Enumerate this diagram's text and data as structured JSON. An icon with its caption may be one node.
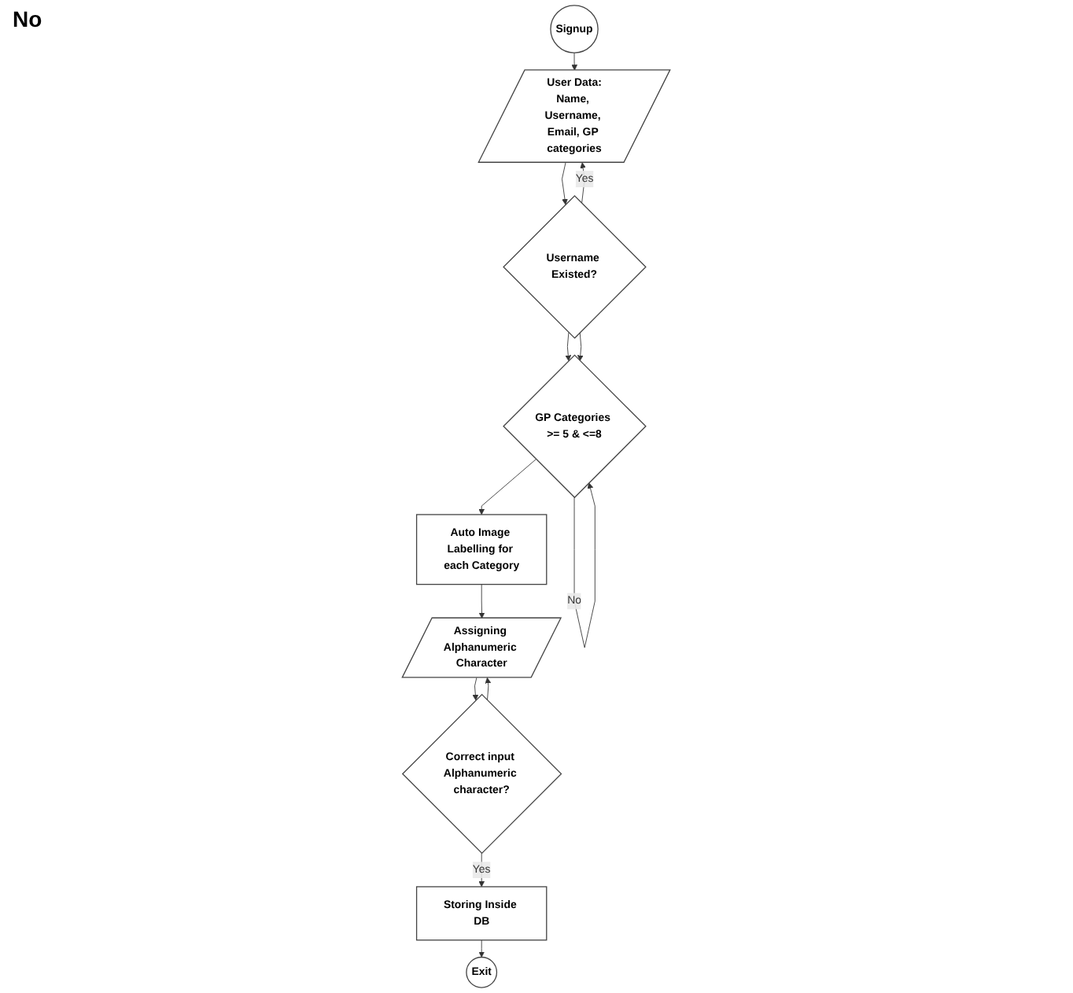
{
  "diagram": {
    "nodes": [
      {
        "text": [
          "Signup"
        ]
      },
      {
        "text": [
          "User Data:",
          "Name, Username, Email, GP categories"
        ]
      },
      {
        "text": [
          "Username Existed?"
        ]
      },
      {
        "text": [
          "GP Categories >= 5 & <=8"
        ]
      },
      {
        "text": [
          "Auto Image Labelling for each Category"
        ]
      },
      {
        "text": [
          "Assigning Alphanumeric Character"
        ]
      },
      {
        "text": [
          "Correct input Alphanumeric character?"
        ]
      },
      {
        "text": [
          "Storing Inside DB"
        ]
      },
      {
        "text": [
          "Exit"
        ]
      }
    ],
    "edges": [
      {
        "from": 0,
        "to": 1,
        "arrow": "to"
      },
      {
        "from": 1,
        "to": 2,
        "arrow": "to"
      },
      {
        "from": 2,
        "to": 1,
        "arrow": "to",
        "label": "Yes"
      },
      {
        "from": 2,
        "to": 3,
        "arrow": "to"
      },
      {
        "from": 2,
        "to": 3,
        "arrow": "to"
      },
      {
        "from": 3,
        "to": 3,
        "arrow": "to",
        "label": "No"
      },
      {
        "from": 3,
        "to": 4,
        "arrow": "to"
      },
      {
        "from": 4,
        "to": 5,
        "arrow": "to"
      },
      {
        "from": 5,
        "to": 6,
        "arrow": "to"
      },
      {
        "from": 6,
        "to": 5,
        "arrow": "to"
      },
      {
        "from": 6,
        "to": 7,
        "arrow": "to",
        "label": "Yes"
      },
      {
        "from": 7,
        "to": 8,
        "arrow": "to"
      }
    ],
    "labels": [
      "No"
    ]
  }
}
